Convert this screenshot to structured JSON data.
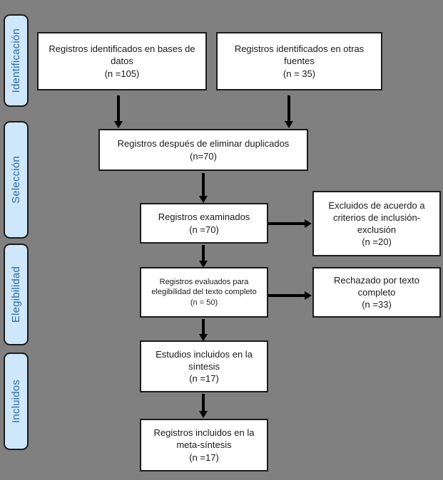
{
  "diagram": {
    "title": "PRISMA flow diagram",
    "background_color": "#808080",
    "node_fill": "#ffffff",
    "node_border": "#1b1b1b",
    "stage_fill": "#cfe7fa",
    "stage_text_color": "#2f6ea5"
  },
  "stages": [
    {
      "id": "identificacion",
      "label": "Identificación"
    },
    {
      "id": "seleccion",
      "label": "Selección"
    },
    {
      "id": "elegibilidad",
      "label": "Elegibilidad"
    },
    {
      "id": "incluidos",
      "label": "Incluidos"
    }
  ],
  "nodes": {
    "databases": {
      "line1": "Registros identificados en bases de",
      "line2": "datos",
      "count": "(n =105)"
    },
    "other_sources": {
      "line1": "Registros identificados en otras",
      "line2": "fuentes",
      "count": "(n = 35)"
    },
    "duplicates_removed": {
      "line1": "Registros después de eliminar duplicados",
      "count": "(n=70)"
    },
    "screened": {
      "line1": "Registros examinados",
      "count": "(n =70)"
    },
    "excluded_criteria": {
      "line1": "Excluidos de acuerdo a",
      "line2": "criterios de inclusión-",
      "line3": "exclusión",
      "count": "(n =20)"
    },
    "full_text_assessed": {
      "line1": "Registros evaluados para",
      "line2": "elegibilidad del texto completo",
      "count": "(n = 50)"
    },
    "full_text_rejected": {
      "line1": "Rechazado por texto",
      "line2": "completo",
      "count": "(n =33)"
    },
    "included_synthesis": {
      "line1": "Estudios incluidos en la",
      "line2": "síntesis",
      "count": "(n =17)"
    },
    "included_meta": {
      "line1": "Registros incluidos en la",
      "line2": "meta-síntesis",
      "count": "(n =17)"
    }
  },
  "connectors": [
    {
      "id": "databases-to-duplicates",
      "type": "vertical-arrow"
    },
    {
      "id": "other-sources-to-duplicates",
      "type": "vertical-arrow"
    },
    {
      "id": "duplicates-to-screened",
      "type": "vertical-arrow"
    },
    {
      "id": "screened-to-excluded",
      "type": "horizontal-arrow"
    },
    {
      "id": "screened-to-full-text",
      "type": "vertical-arrow"
    },
    {
      "id": "full-text-to-rejected",
      "type": "horizontal-arrow"
    },
    {
      "id": "full-text-to-included-synthesis",
      "type": "vertical-arrow"
    },
    {
      "id": "included-synthesis-to-meta",
      "type": "vertical-arrow"
    }
  ]
}
